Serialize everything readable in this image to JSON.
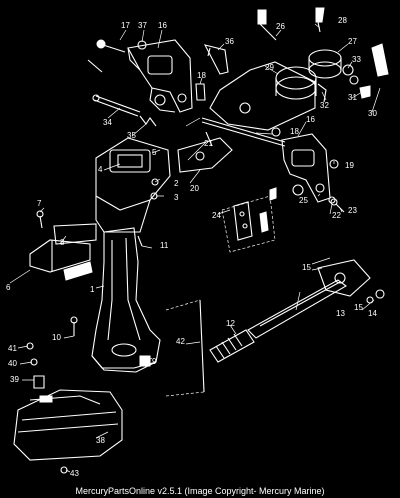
{
  "footer": "MercuryPartsOnline v2.5.1 (Image Copyright- Mercury Marine)",
  "callouts": [
    "17",
    "37",
    "16",
    "36",
    "26",
    "28",
    "27",
    "33",
    "31",
    "30",
    "32",
    "29",
    "18",
    "34",
    "35",
    "16",
    "18",
    "5",
    "21",
    "4",
    "2",
    "3",
    "20",
    "19",
    "25",
    "7",
    "24",
    "22",
    "23",
    "8",
    "11",
    "6",
    "15",
    "13",
    "15",
    "14",
    "1",
    "12",
    "10",
    "42",
    "9",
    "41",
    "40",
    "39",
    "38",
    "43"
  ],
  "colors": {
    "background": "#000000",
    "line": "#ffffff"
  }
}
